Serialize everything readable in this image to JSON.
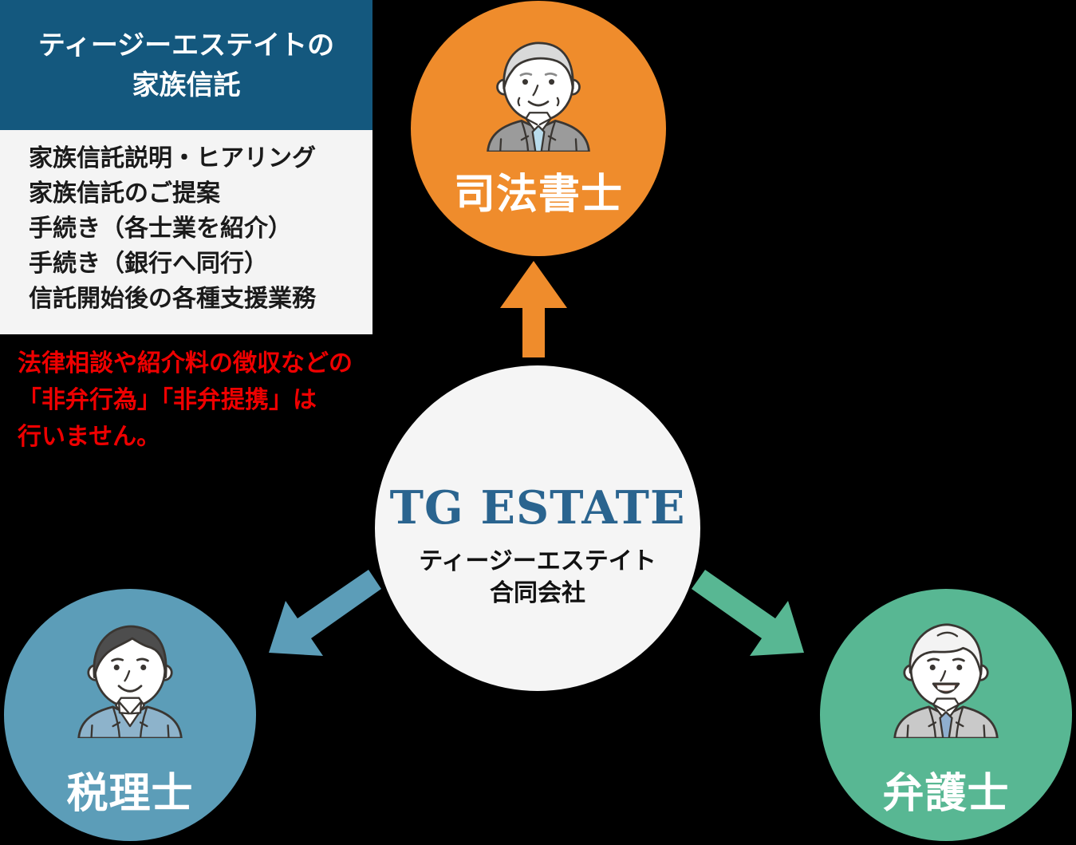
{
  "colors": {
    "background": "#000000",
    "info_header_bg": "#14587e",
    "info_list_bg": "#f4f4f4",
    "warning_text": "#ee0000",
    "center_circle_bg": "#f5f5f5",
    "brand_text": "#2a648f",
    "judicial_scrivener_circle": "#ef8c2c",
    "tax_accountant_circle": "#5c9db8",
    "lawyer_circle": "#58b793",
    "arrow_up": "#ef8c2c",
    "arrow_left": "#5c9db8",
    "arrow_right": "#58b793"
  },
  "info_box": {
    "title_line1": "ティージーエステイトの",
    "title_line2": "家族信託",
    "items": [
      "家族信託説明・ヒアリング",
      "家族信託のご提案",
      "手続き（各士業を紹介）",
      "手続き（銀行へ同行）",
      "信託開始後の各種支援業務"
    ]
  },
  "warning": {
    "lines": [
      "法律相談や紹介料の徴収などの",
      "「非弁行為」「非弁提携」は",
      "行いません。"
    ]
  },
  "center": {
    "brand": "TG ESTATE",
    "company_line1": "ティージーエステイト",
    "company_line2": "合同会社"
  },
  "nodes": {
    "top": {
      "label": "司法書士"
    },
    "left": {
      "label": "税理士"
    },
    "right": {
      "label": "弁護士"
    }
  }
}
